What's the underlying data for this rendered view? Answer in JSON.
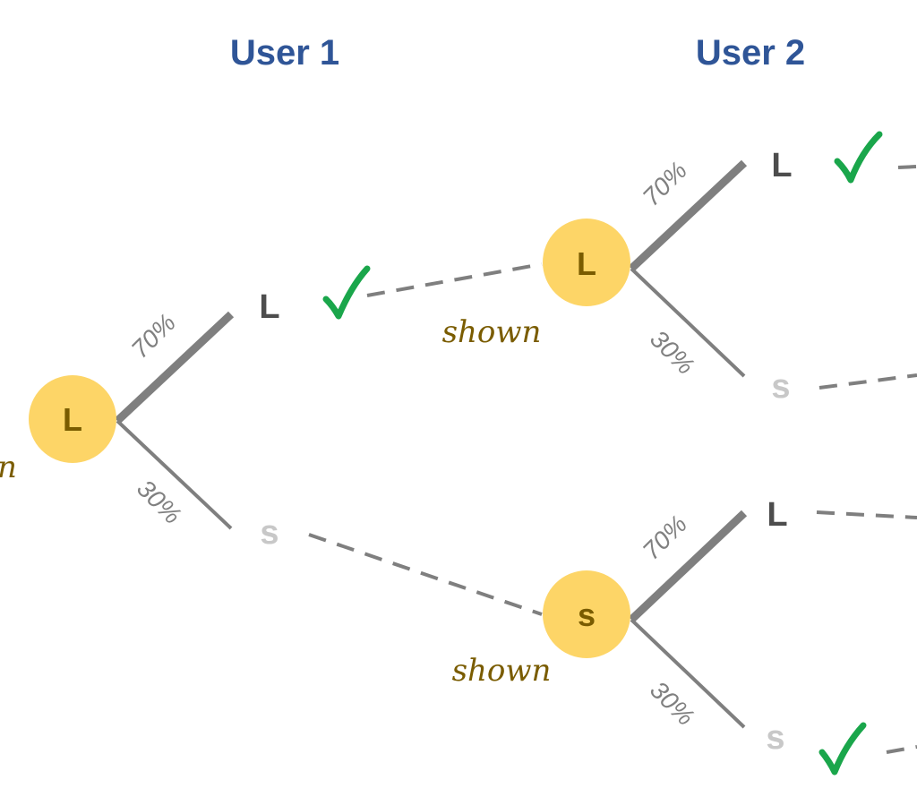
{
  "headers": {
    "user1": "User 1",
    "user2": "User 2"
  },
  "colors": {
    "header": "#2f5597",
    "node_fill": "#fdd567",
    "node_text": "#7a5c00",
    "shown_text": "#7a5c00",
    "line": "#7f7f7f",
    "large_leaf": "#4d4d4d",
    "small_leaf": "#c8c8c8",
    "check": "#1aa64b",
    "percent": "#808080"
  },
  "nodes": {
    "root": {
      "label": "L"
    },
    "user2_top": {
      "label": "L"
    },
    "user2_bottom": {
      "label": "s"
    }
  },
  "leaves": {
    "user1_large": {
      "label": "L"
    },
    "user1_small": {
      "label": "s"
    },
    "user2_top_large": {
      "label": "L"
    },
    "user2_top_small": {
      "label": "s"
    },
    "user2_bottom_large": {
      "label": "L"
    },
    "user2_bottom_small": {
      "label": "s"
    }
  },
  "branch_probabilities": {
    "large": "70%",
    "small": "30%"
  },
  "shown_labels": {
    "root_cut": "n",
    "top": "shown",
    "bottom": "shown"
  },
  "checkmark_glyph": "✓"
}
